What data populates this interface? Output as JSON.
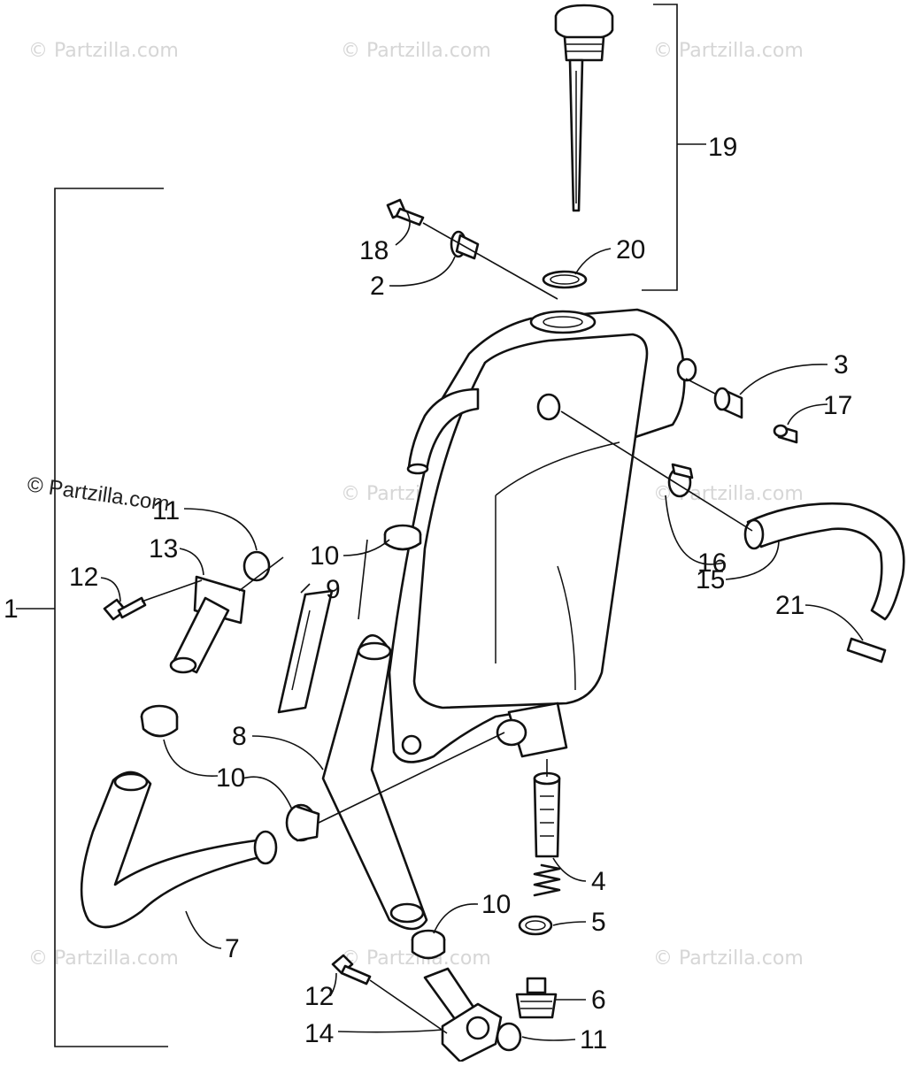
{
  "diagram": {
    "watermark": "© Partzilla.com",
    "callouts": {
      "c1": "1",
      "c2": "2",
      "c3": "3",
      "c4": "4",
      "c5": "5",
      "c6": "6",
      "c7": "7",
      "c8": "8",
      "c9": "9",
      "c10a": "10",
      "c10b": "10",
      "c10c": "10",
      "c11a": "11",
      "c11b": "11",
      "c12a": "12",
      "c12b": "12",
      "c13": "13",
      "c14": "14",
      "c15": "15",
      "c16": "16",
      "c17": "17",
      "c18": "18",
      "c19": "19",
      "c20": "20",
      "c21": "21"
    }
  }
}
